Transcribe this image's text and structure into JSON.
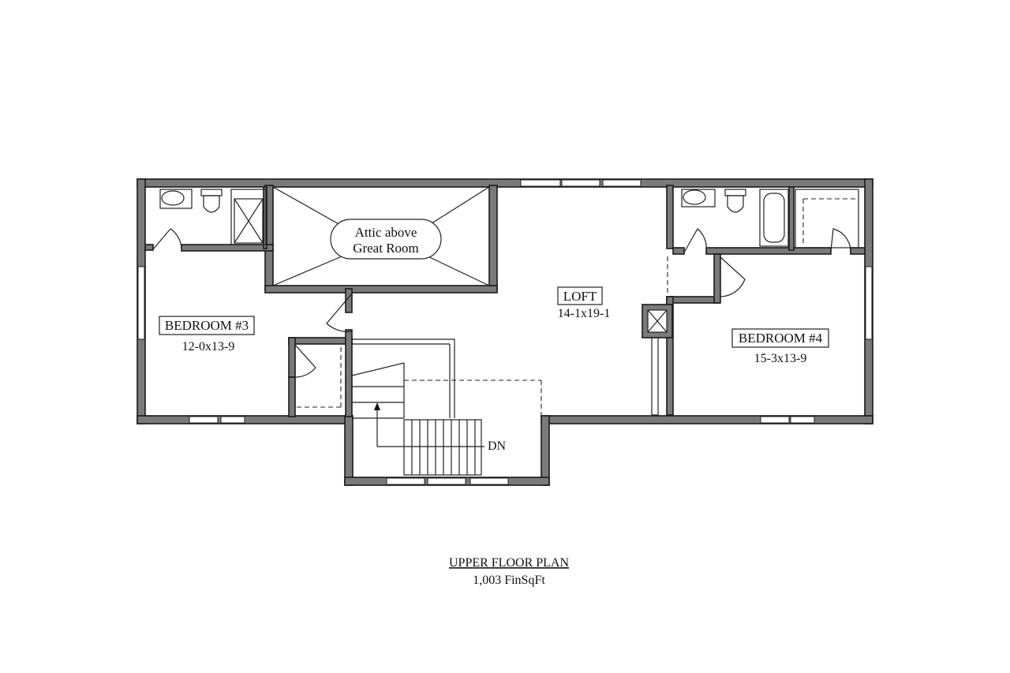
{
  "plan": {
    "title": "UPPER FLOOR PLAN",
    "area": "1,003 FinSqFt"
  },
  "rooms": {
    "attic": {
      "line1": "Attic above",
      "line2": "Great Room"
    },
    "loft": {
      "name": "LOFT",
      "dims": "14-1x19-1"
    },
    "bedroom3": {
      "name": "BEDROOM #3",
      "dims": "12-0x13-9"
    },
    "bedroom4": {
      "name": "BEDROOM #4",
      "dims": "15-3x13-9"
    }
  },
  "stairs": {
    "label": "DN"
  }
}
